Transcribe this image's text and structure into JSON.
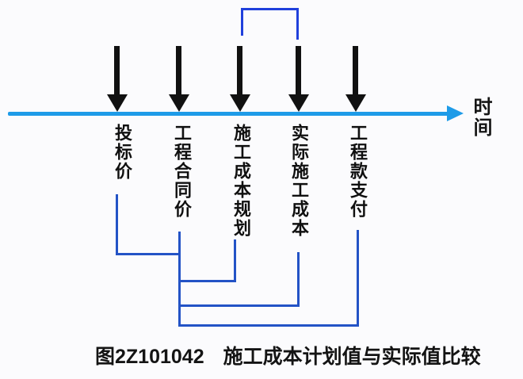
{
  "figure": {
    "time_axis_label": "时间",
    "events": [
      "投标价",
      "工程合同价",
      "施工成本规划",
      "实际施工成本",
      "工程款支付"
    ],
    "caption": {
      "figure_no": "图2Z101042",
      "title": "施工成本计划值与实际值比较"
    },
    "groupings": [
      {
        "from": "施工成本规划",
        "to": "实际施工成本",
        "position": "top"
      },
      {
        "from": "投标价",
        "to": "工程合同价",
        "position": "bottom"
      },
      {
        "from": "工程合同价",
        "to": "施工成本规划",
        "position": "bottom"
      },
      {
        "from": "工程合同价",
        "to": "实际施工成本",
        "position": "bottom"
      },
      {
        "from": "工程合同价",
        "to": "工程款支付",
        "position": "bottom"
      }
    ],
    "colors": {
      "timeline": "#1E9BE8",
      "top_bracket": "#2040DC",
      "connector": "#2353C6",
      "arrow": "#111111",
      "background": "#FBFBFD"
    }
  }
}
